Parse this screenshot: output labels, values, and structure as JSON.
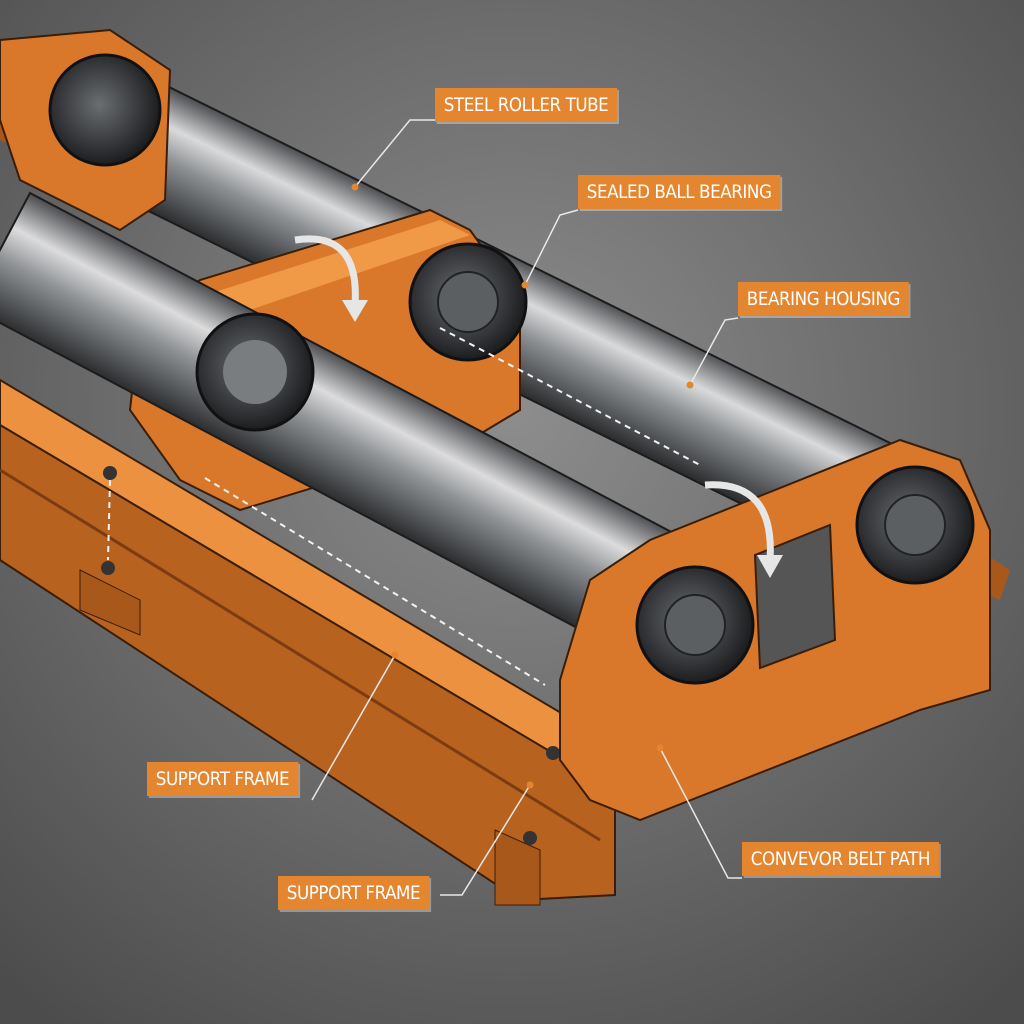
{
  "labels": {
    "steel_roller_tube": "STEEL ROLLER TUBE",
    "sealed_ball_bearing": "SEALED BALL BEARING",
    "bearing_housing": "BEARING HOUSING",
    "support_frame_1": "SUPPORT FRAME",
    "support_frame_2": "SUPPORT FRAME",
    "conveyor_belt_path": "CONVEVOR BELT PATH"
  },
  "colors": {
    "frame_orange": "#d9782a",
    "label_orange": "#e3862f",
    "steel": "#8a8d90",
    "background": "#6e6e6e"
  }
}
